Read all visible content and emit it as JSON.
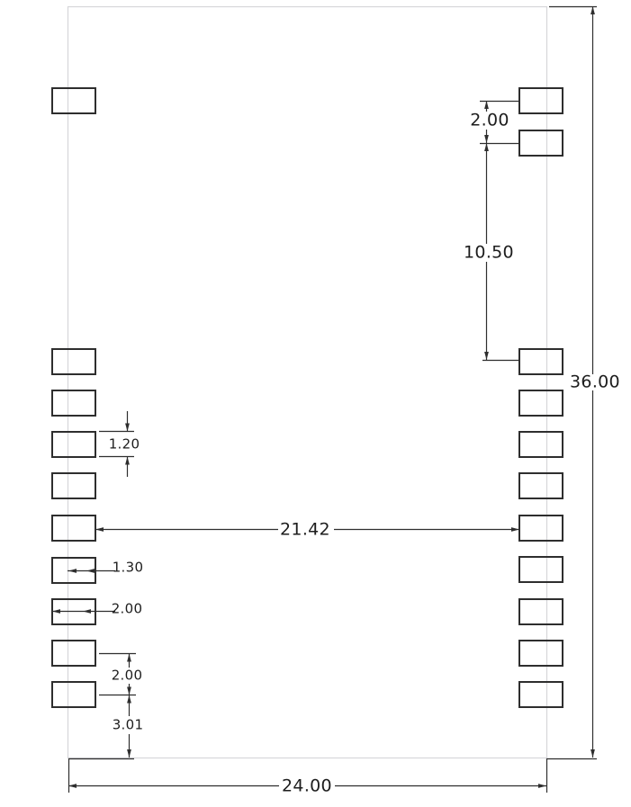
{
  "drawing": {
    "title": "module-footprint-dimension-drawing",
    "units": "mm",
    "colors": {
      "body_outline": "#d6d6d9",
      "dimension_lines": "#2e2e2e",
      "text": "#1d1d1d",
      "background": "#ffffff"
    },
    "body": {
      "width_label": "24.00",
      "height_label": "36.00"
    },
    "pads": {
      "left_count": 10,
      "right_count": 11
    },
    "dimensions": {
      "top_right_pitch": "2.00",
      "right_vertical_gap": "10.50",
      "body_height": "36.00",
      "pad_height": "1.20",
      "inner_pad_span": "21.42",
      "pad_inner_length": "1.30",
      "pad_length": "2.00",
      "bottom_left_pitch": "2.00",
      "bottom_pad_to_edge": "3.01",
      "body_width": "24.00"
    }
  }
}
